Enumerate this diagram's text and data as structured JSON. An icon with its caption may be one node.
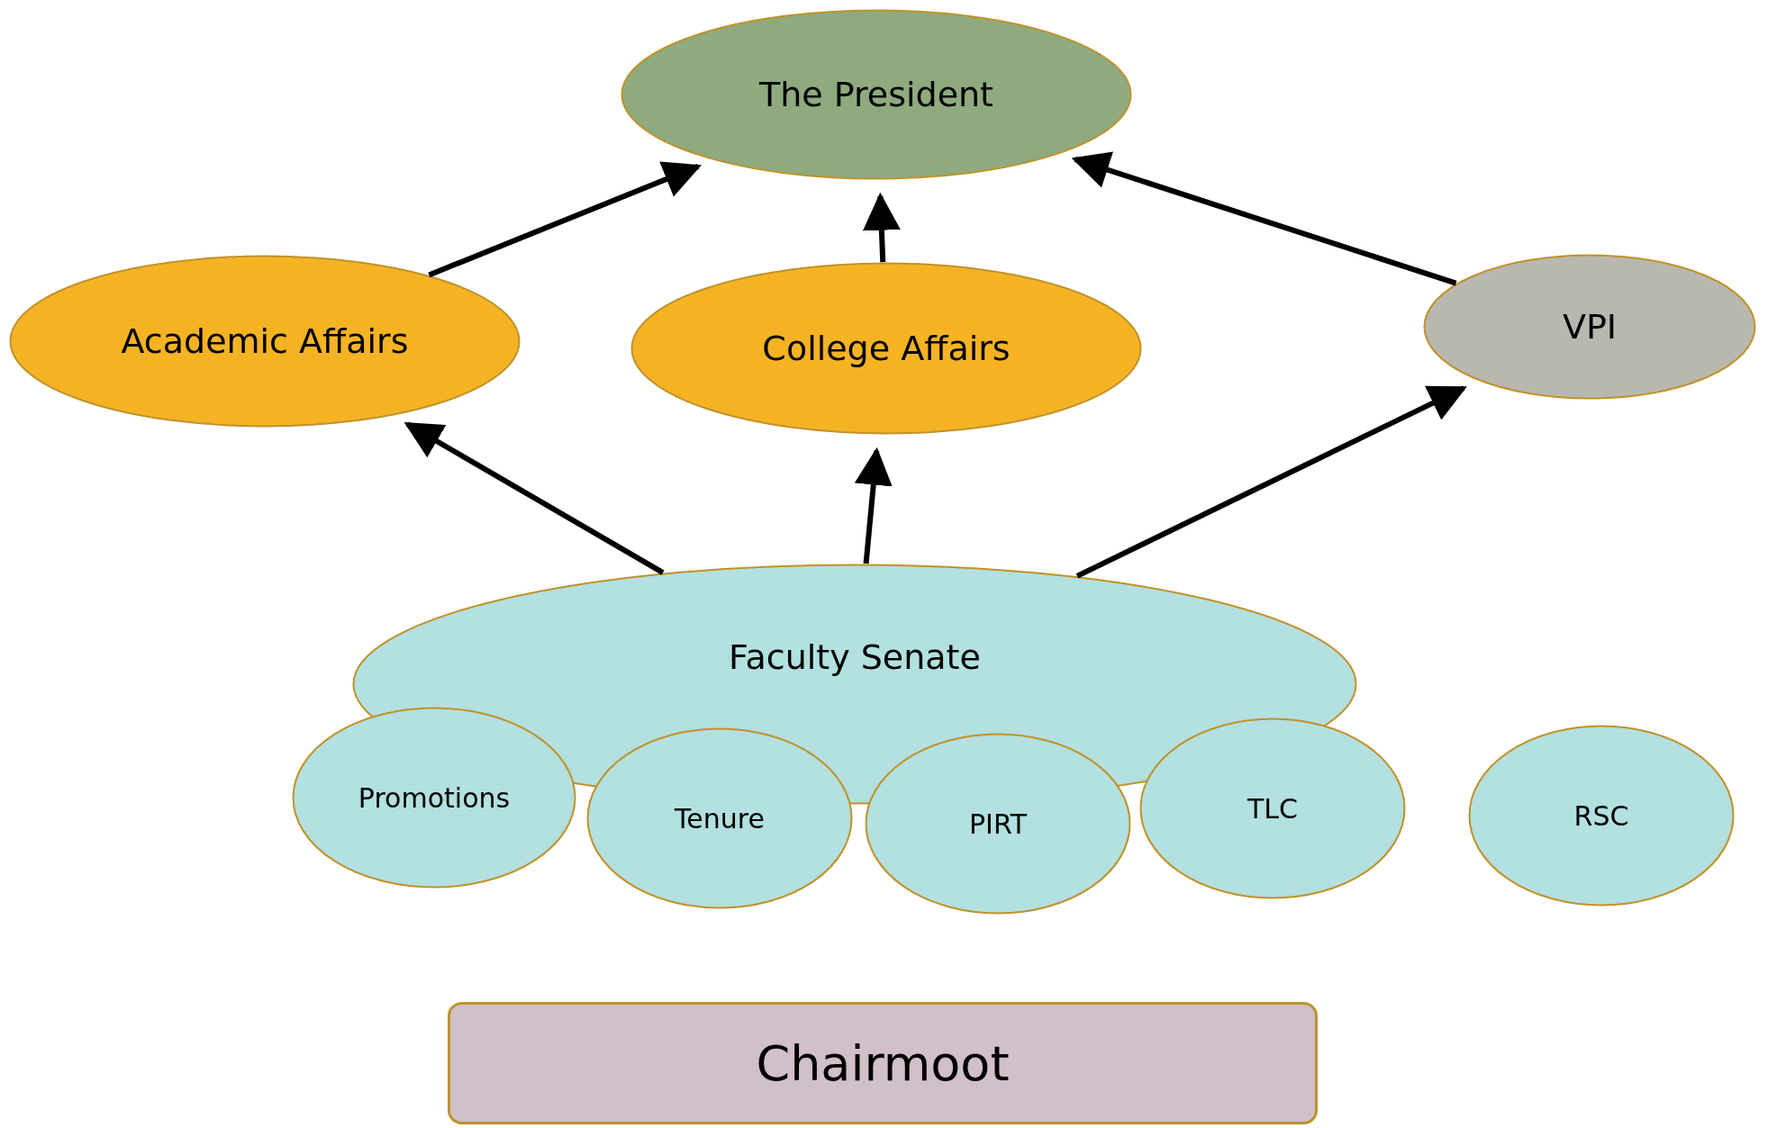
{
  "diagram": {
    "nodes": [
      {
        "text": [
          "The President"
        ]
      },
      {
        "text": [
          "Academic Affairs"
        ]
      },
      {
        "text": [
          "College Affairs"
        ]
      },
      {
        "text": [
          "VPI"
        ]
      },
      {
        "text": [
          "Faculty Senate"
        ]
      },
      {
        "text": [
          "Promotions"
        ]
      },
      {
        "text": [
          "Tenure"
        ]
      },
      {
        "text": [
          "PIRT"
        ]
      },
      {
        "text": [
          "TLC"
        ]
      },
      {
        "text": [
          "RSC"
        ]
      },
      {
        "text": [
          "Chairmoot"
        ]
      }
    ],
    "edges": [
      {
        "from": 1,
        "to": 0,
        "arrow": "to"
      },
      {
        "from": 2,
        "to": 0,
        "arrow": "to"
      },
      {
        "from": 3,
        "to": 0,
        "arrow": "to"
      },
      {
        "from": 4,
        "to": 1,
        "arrow": "to"
      },
      {
        "from": 4,
        "to": 2,
        "arrow": "to"
      },
      {
        "from": 4,
        "to": 3,
        "arrow": "to"
      }
    ]
  }
}
